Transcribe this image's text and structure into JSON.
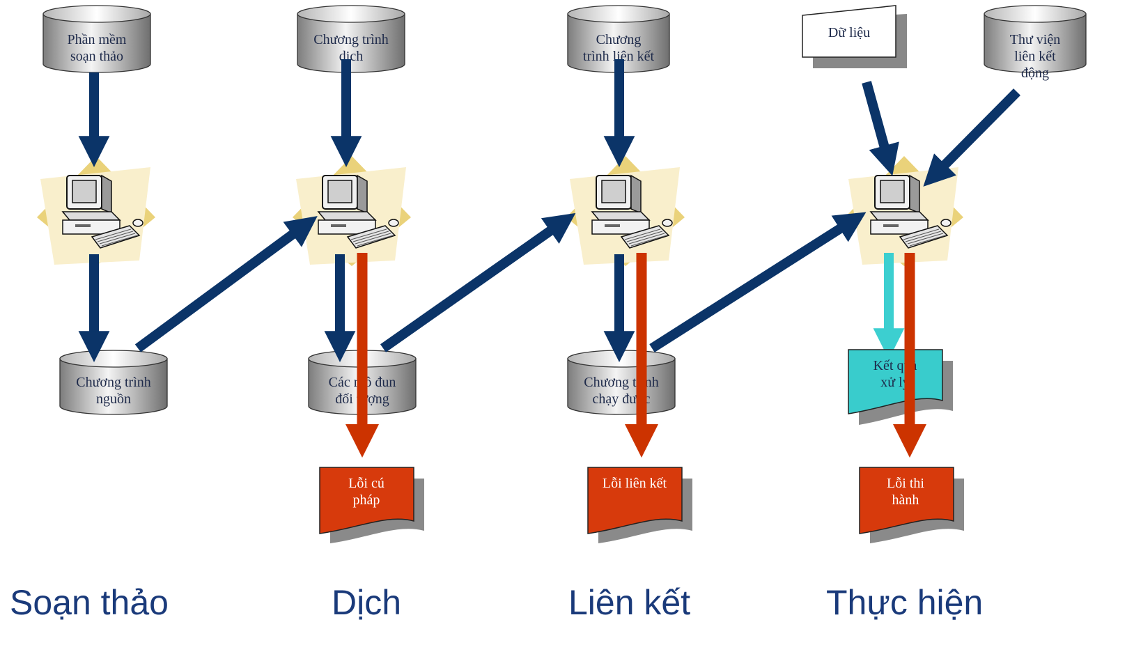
{
  "diagram": {
    "stages": [
      {
        "label": "Soạn thảo"
      },
      {
        "label": "Dịch"
      },
      {
        "label": "Liên kết"
      },
      {
        "label": "Thực hiện"
      }
    ],
    "databases": [
      {
        "lines": [
          "Phần mềm",
          "soạn thảo"
        ]
      },
      {
        "lines": [
          "Chương trình",
          "dịch"
        ]
      },
      {
        "lines": [
          "Chương",
          "trình liên kết"
        ]
      },
      {
        "lines": [
          "Thư viện",
          "liên kết",
          "động"
        ]
      },
      {
        "lines": [
          "Chương trình",
          "nguồn"
        ]
      },
      {
        "lines": [
          "Các mô đun",
          "đối tượng"
        ]
      },
      {
        "lines": [
          "Chương trình",
          "chạy được"
        ]
      }
    ],
    "data_input": {
      "lines": [
        "Dữ liệu"
      ]
    },
    "errors": [
      {
        "lines": [
          "Lỗi cú",
          "pháp"
        ]
      },
      {
        "lines": [
          "Lỗi liên kết"
        ]
      },
      {
        "lines": [
          "Lỗi thi",
          "hành"
        ]
      }
    ],
    "result": {
      "lines": [
        "Kết quả",
        "xử lý"
      ]
    },
    "colors": {
      "arrow_dark": "#0b3468",
      "arrow_red": "#cc3300",
      "arrow_cyan": "#3ccfd0",
      "error_fill": "#d73a0c",
      "result_fill": "#39cccc",
      "stage_label": "#1a3a7a",
      "starburst_light": "#f9efcc",
      "starburst_dark": "#ead27a"
    }
  }
}
